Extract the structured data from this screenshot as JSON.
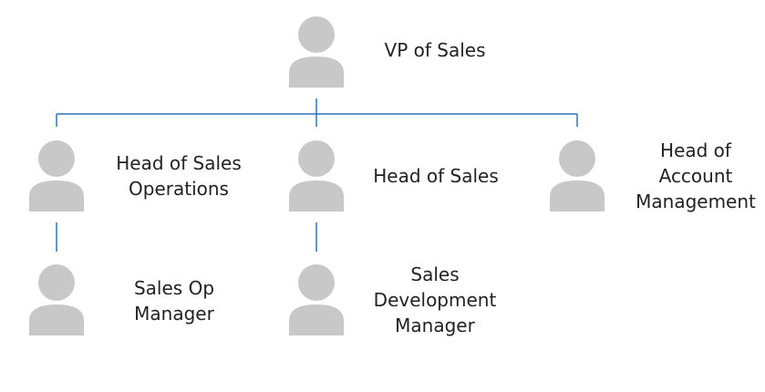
{
  "org_chart": {
    "colors": {
      "connector": "#2f73b8",
      "avatar": "#c8c8c8"
    },
    "vp": {
      "label": "VP of Sales",
      "icon": "person-icon"
    },
    "head_ops": {
      "label_line1": "Head of Sales",
      "label_line2": "Operations",
      "icon": "person-icon"
    },
    "head_sales": {
      "label": "Head of Sales",
      "icon": "person-icon"
    },
    "head_account": {
      "label_line1": "Head of",
      "label_line2": "Account",
      "label_line3": "Management",
      "icon": "person-icon"
    },
    "sales_op_manager": {
      "label_line1": "Sales Op",
      "label_line2": "Manager",
      "icon": "person-icon"
    },
    "sales_dev_manager": {
      "label_line1": "Sales",
      "label_line2": "Development",
      "label_line3": "Manager",
      "icon": "person-icon"
    }
  }
}
